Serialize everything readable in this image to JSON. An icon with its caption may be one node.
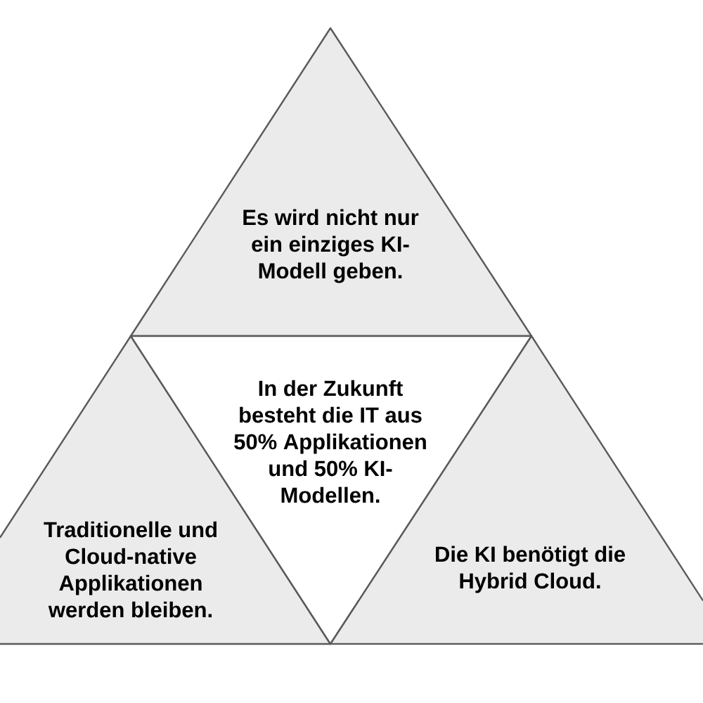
{
  "diagram": {
    "nodes": [
      {
        "text": [
          "Es wird nicht nur ein einziges KI-Modell geben."
        ]
      },
      {
        "text": [
          "Traditionelle und Cloud-native Applikationen werden bleiben."
        ]
      },
      {
        "text": [
          "In der Zukunft besteht die IT aus 50% Applikationen und 50% KI-Modellen."
        ]
      },
      {
        "text": [
          "Die KI benötigt die Hybrid Cloud."
        ]
      }
    ]
  }
}
